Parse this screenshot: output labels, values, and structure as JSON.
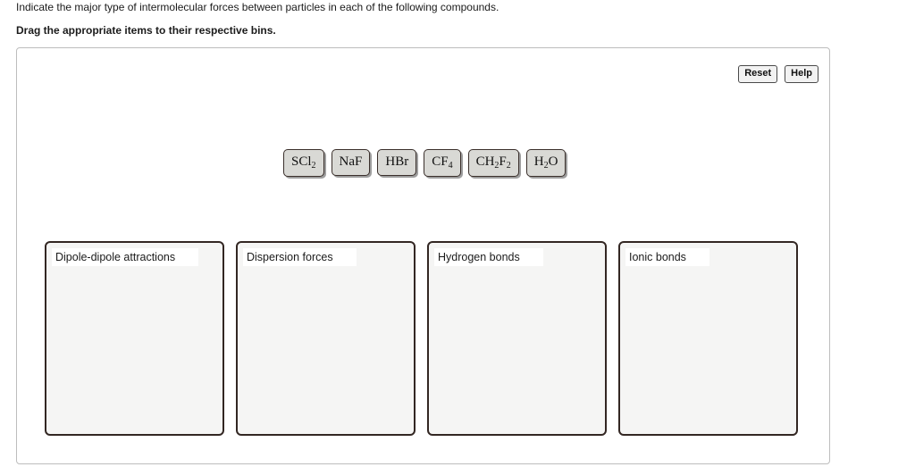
{
  "prompt": {
    "question": "Indicate the major type of intermolecular forces between particles in each of the following compounds.",
    "instruction": "Drag the appropriate items to their respective bins."
  },
  "toolbar": {
    "reset_label": "Reset",
    "help_label": "Help"
  },
  "tokens": [
    {
      "id": "scl2",
      "base1": "SCl",
      "sub1": "2",
      "base2": "",
      "sub2": ""
    },
    {
      "id": "naf",
      "base1": "NaF",
      "sub1": "",
      "base2": "",
      "sub2": ""
    },
    {
      "id": "hbr",
      "base1": "HBr",
      "sub1": "",
      "base2": "",
      "sub2": ""
    },
    {
      "id": "cf4",
      "base1": "CF",
      "sub1": "4",
      "base2": "",
      "sub2": ""
    },
    {
      "id": "ch2f2",
      "base1": "CH",
      "sub1": "2",
      "base2": "F",
      "sub2": "2"
    },
    {
      "id": "h2o",
      "base1": "H",
      "sub1": "2",
      "base2": "O",
      "sub2": ""
    }
  ],
  "bins": [
    {
      "id": "dipole-dipole",
      "label": "Dipole-dipole attractions",
      "items": []
    },
    {
      "id": "dispersion",
      "label": "Dispersion forces",
      "items": []
    },
    {
      "id": "hydrogen",
      "label": "Hydrogen bonds",
      "items": []
    },
    {
      "id": "ionic",
      "label": "Ionic bonds",
      "items": []
    }
  ],
  "colors": {
    "panel_border": "#bdbdbd",
    "bin_border": "#332723",
    "bin_fill": "#f5f5f4",
    "token_fill": "#d9d9d5",
    "token_border": "#3a2f2b",
    "text": "#1b1b1b"
  }
}
